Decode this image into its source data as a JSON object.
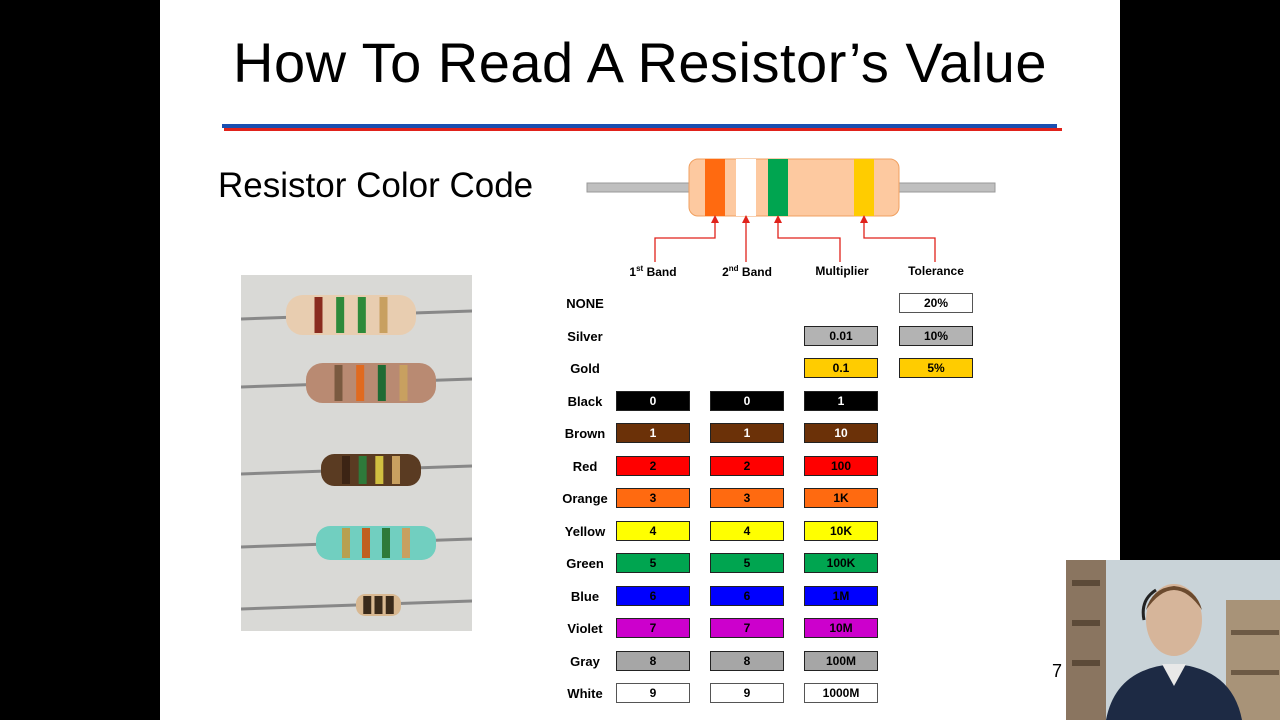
{
  "slide": {
    "title": "How To Read A Resistor’s Value",
    "subtitle": "Resistor Color Code",
    "page_number": "7"
  },
  "band_labels": {
    "first": "1",
    "first_sup": "st",
    "first_rest": " Band",
    "second": "2",
    "second_sup": "nd",
    "second_rest": " Band",
    "multiplier": "Multiplier",
    "tolerance": "Tolerance"
  },
  "diagram_colors": {
    "band1": "#ff6a10",
    "band2": "#ffffff",
    "band3": "#00a550",
    "band4": "#ffcc00",
    "body": "#fdc9a0",
    "lead": "#bfbfbf",
    "arrow": "#e0221b"
  },
  "color_table": {
    "rows": [
      {
        "name": "NONE",
        "fill": null,
        "digit": "",
        "multiplier": "",
        "multiplier_fill": null,
        "tolerance": "20%",
        "tolerance_fill": "#ffffff"
      },
      {
        "name": "Silver",
        "fill": null,
        "digit": "",
        "multiplier": "0.01",
        "multiplier_fill": "#b3b3b3",
        "tolerance": "10%",
        "tolerance_fill": "#b3b3b3"
      },
      {
        "name": "Gold",
        "fill": null,
        "digit": "",
        "multiplier": "0.1",
        "multiplier_fill": "#ffcc00",
        "tolerance": "5%",
        "tolerance_fill": "#ffcc00"
      },
      {
        "name": "Black",
        "fill": "#000000",
        "text": "#ffffff",
        "digit": "0",
        "multiplier": "1",
        "multiplier_fill": "#000000",
        "tolerance": "",
        "tolerance_fill": null
      },
      {
        "name": "Brown",
        "fill": "#6b3108",
        "text": "#ffffff",
        "digit": "1",
        "multiplier": "10",
        "multiplier_fill": "#6b3108",
        "tolerance": "",
        "tolerance_fill": null
      },
      {
        "name": "Red",
        "fill": "#ff0000",
        "text": "#000000",
        "digit": "2",
        "multiplier": "100",
        "multiplier_fill": "#ff0000",
        "tolerance": "",
        "tolerance_fill": null
      },
      {
        "name": "Orange",
        "fill": "#ff6a10",
        "text": "#000000",
        "digit": "3",
        "multiplier": "1K",
        "multiplier_fill": "#ff6a10",
        "tolerance": "",
        "tolerance_fill": null
      },
      {
        "name": "Yellow",
        "fill": "#ffff00",
        "text": "#000000",
        "digit": "4",
        "multiplier": "10K",
        "multiplier_fill": "#ffff00",
        "tolerance": "",
        "tolerance_fill": null
      },
      {
        "name": "Green",
        "fill": "#00a550",
        "text": "#000000",
        "digit": "5",
        "multiplier": "100K",
        "multiplier_fill": "#00a550",
        "tolerance": "",
        "tolerance_fill": null
      },
      {
        "name": "Blue",
        "fill": "#0000ff",
        "text": "#000000",
        "digit": "6",
        "multiplier": "1M",
        "multiplier_fill": "#0000ff",
        "tolerance": "",
        "tolerance_fill": null
      },
      {
        "name": "Violet",
        "fill": "#cc00cc",
        "text": "#000000",
        "digit": "7",
        "multiplier": "10M",
        "multiplier_fill": "#cc00cc",
        "tolerance": "",
        "tolerance_fill": null
      },
      {
        "name": "Gray",
        "fill": "#a6a6a6",
        "text": "#000000",
        "digit": "8",
        "multiplier": "100M",
        "multiplier_fill": "#a6a6a6",
        "tolerance": "",
        "tolerance_fill": null
      },
      {
        "name": "White",
        "fill": "#ffffff",
        "text": "#000000",
        "digit": "9",
        "multiplier": "1000M",
        "multiplier_fill": "#ffffff",
        "tolerance": "",
        "tolerance_fill": null
      }
    ]
  },
  "photo": {
    "resistors": [
      {
        "body": "#e8cdb0",
        "bands": [
          "#8a2b1e",
          "#2e8a3a",
          "#2e8a3a",
          "#c8a060"
        ]
      },
      {
        "body": "#b98a72",
        "bands": [
          "#7a5a40",
          "#e06a20",
          "#1f6b34",
          "#c8a060"
        ]
      },
      {
        "body": "#5a3b22",
        "bands": [
          "#3c2414",
          "#2e7a3a",
          "#d1c040",
          "#c8a060"
        ]
      },
      {
        "body": "#71cfc0",
        "bands": [
          "#b8a050",
          "#c06020",
          "#2e7a3a",
          "#c8a060"
        ]
      },
      {
        "body": "#d8b891",
        "bands": [
          "#3a2a1a",
          "#3a2a1a",
          "#3a2a1a"
        ]
      }
    ]
  }
}
